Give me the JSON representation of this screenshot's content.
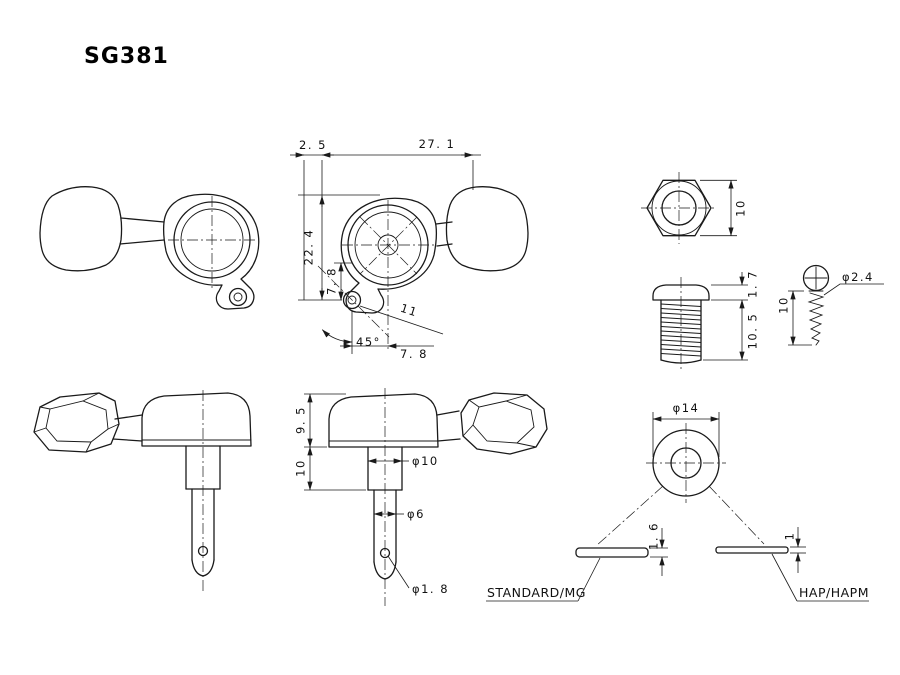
{
  "title": "SG381",
  "side_view": {
    "dim_offset": "2. 5",
    "dim_overall": "27. 1",
    "dim_height": "22. 4",
    "dim_hole_v": "7. 8",
    "dim_angle": "45°",
    "dim_ear_length": "11",
    "dim_hole_h": "7. 8"
  },
  "hex_nut": {
    "dim_across_flats": "10"
  },
  "bushing": {
    "dim_flange": "1. 7",
    "dim_thread_length": "10. 5"
  },
  "screw": {
    "dim_diameter": "φ2.4",
    "dim_length": "10"
  },
  "front_view": {
    "dim_button_height": "9. 5",
    "dim_collar_height": "10",
    "dim_collar_dia": "φ10",
    "dim_post_dia": "φ6",
    "dim_hole_dia": "φ1. 8"
  },
  "washer": {
    "dim_outer_dia": "φ14",
    "dim_thickness_standard": "1. 6",
    "dim_thickness_hap": "1",
    "label_standard": "STANDARD/MG",
    "label_hap": "HAP/HAPM"
  }
}
